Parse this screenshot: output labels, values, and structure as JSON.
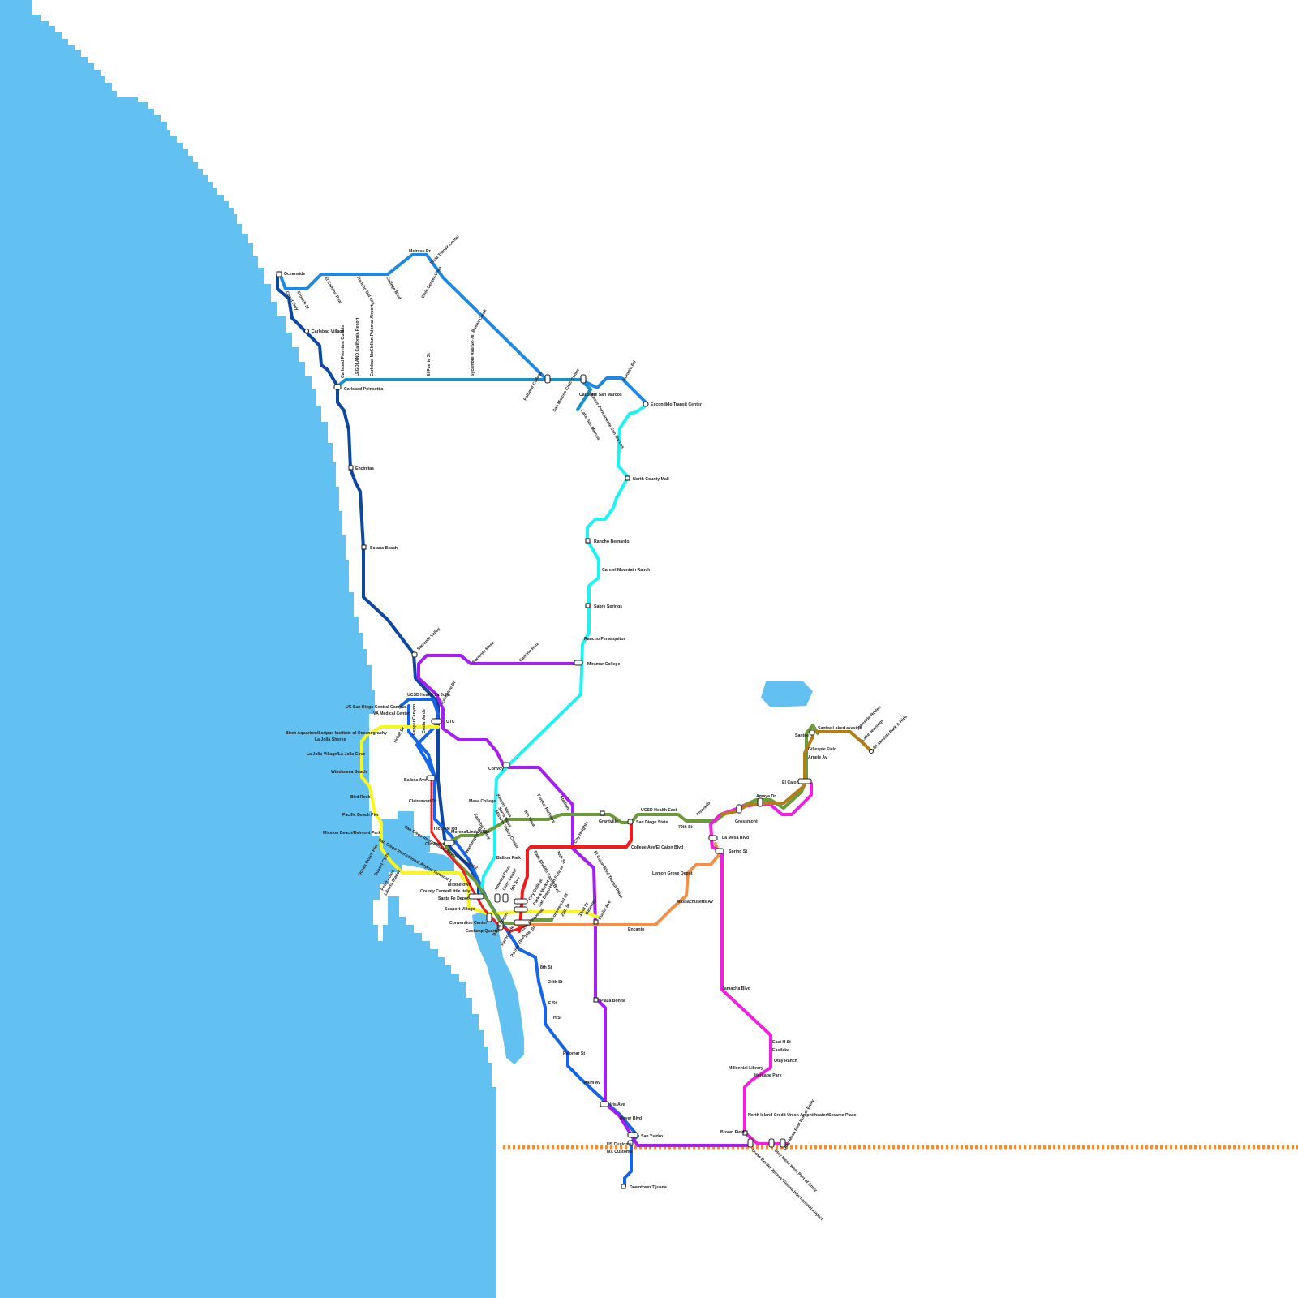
{
  "map": {
    "colors": {
      "ocean": "#63c1f2",
      "border": "#f28c3c",
      "coaster": "#0d47a1",
      "sprinter": "#1e88e5",
      "sprinter_b": "#1a90c8",
      "blue": "#1565e8",
      "cyan": "#1ff2f2",
      "purple": "#a61ff2",
      "yellow": "#f7f71f",
      "green": "#6b9a3b",
      "red": "#f21a1a",
      "orange": "#f2904a",
      "magenta": "#f21fe0",
      "gold": "#b07f1a"
    },
    "lines": [
      {
        "id": "coaster",
        "color": "coaster",
        "stations": [
          "Oceanside",
          "Coast Hwy",
          "Carlsbad Village",
          "Carlsbad Poinsettia",
          "Encinitas",
          "Solana Beach",
          "Sorrento Valley",
          "Old Town",
          "Santa Fe Depot"
        ]
      },
      {
        "id": "sprinter",
        "color": "sprinter",
        "stations": [
          "Oceanside",
          "Coast Hwy",
          "Crouch St",
          "El Camino Real",
          "Rancho Del Oro",
          "College Blvd",
          "Melrose Dr",
          "Vista Transit Center",
          "Civic Center-Vista",
          "Buena Creek",
          "Palomar College",
          "San Marcos Civic Center",
          "Cal State San Marcos",
          "Nordahl Rd",
          "Escondido Transit Center"
        ]
      },
      {
        "id": "yellow",
        "color": "yellow",
        "stations": [
          "Birch Aquarium/Scripps Institute of Oceanography",
          "La Jolla Shores",
          "La Jolla Village/La Jolla Cove",
          "Windansea Beach",
          "Bird Rock",
          "Pacific Beach Pier",
          "Mission Beach/Belmont Park",
          "Ocean Beach Pier",
          "Sunset Cliffs",
          "Point Loma",
          "Liberty Station"
        ]
      },
      {
        "id": "magenta",
        "color": "magenta",
        "stations": [
          "La Mesa Blvd",
          "Spring St",
          "Jamacha Blvd",
          "East H St",
          "Eastlake",
          "Otay Ranch",
          "Millennial Library",
          "Heritage Park",
          "North Island Credit Union Amphitheater/Sesame Place",
          "Brown Field"
        ]
      },
      {
        "id": "gold",
        "color": "gold",
        "stations": [
          "El Cajon",
          "Arnele Av",
          "Gillespie Field",
          "Santee",
          "Santee Lakes",
          "Lakeside",
          "Lakeside Rodeo",
          "Lake Jennings",
          "I-8/Lakeside Park & Ride"
        ]
      }
    ],
    "labels": {
      "oceanside": "Oceanside",
      "coast_hwy": "Coast Hwy",
      "crouch": "Crouch St",
      "el_camino_real": "El Camino Real",
      "rancho_del_oro": "Rancho Del Oro",
      "college_blvd": "College Blvd",
      "melrose": "Melrose Dr",
      "vista_tc": "Vista Transit Center",
      "civic_vista": "Civic Center-Vista",
      "buena_creek": "Buena Creek",
      "carlsbad_village": "Carlsbad Village",
      "premium_outlets": "Carlsbad Premium Outlets",
      "legoland": "LEGOLAND California Resort",
      "palomar_airport": "Carlsbad McClellan-Palomar Airport",
      "el_fuerte": "El Fuerte St",
      "sycamore": "Sycamore Ave/SR-78",
      "carlsbad_poinsettia": "Carlsbad Poinsettia",
      "palomar_college": "Palomar College",
      "sm_civic": "San Marcos Civic Center",
      "csusm": "Cal State San Marcos",
      "lake_sm": "Lake San Marcos",
      "kaiser_sm": "Kaiser Permanente San Marcos",
      "nordahl": "Nordahl Rd",
      "escondido_tc": "Escondido Transit Center",
      "north_county_mall": "North County Mall",
      "encinitas": "Encinitas",
      "rancho_bernardo": "Rancho Bernardo",
      "carmel_mountain": "Carmel Mountain Ranch",
      "sabre_springs": "Sabre Springs",
      "solana_beach": "Solana Beach",
      "rancho_penasquitos": "Rancho Penasquitos",
      "sorrento_valley": "Sorrento Valley",
      "sorrento_mesa": "Sorrento Mesa",
      "camino_ruiz": "Camino Ruiz",
      "miramar_college": "Miramar College",
      "ucsd_health_lj": "UCSD Health La Jolla",
      "uc_central": "UC San Diego Central Campus",
      "va_medical": "VA Medical Center",
      "executive": "Executive Dr",
      "pepper_canyon": "Pepper Canyon",
      "costa_verde": "Costa Verde",
      "nobel": "Nobel Dr",
      "utc": "UTC",
      "birch": "Birch Aquarium/Scripps Institute of Oceanography",
      "lj_shores": "La Jolla Shores",
      "lj_village": "La Jolla Village/La Jolla Cove",
      "windansea": "Windansea Beach",
      "bird_rock": "Bird Rock",
      "pb_pier": "Pacific Beach Pier",
      "mission_beach": "Mission Beach/Belmont Park",
      "convoy": "Convoy",
      "balboa_ave": "Balboa Ave",
      "clairemont": "Clairemont Dr",
      "mesa_college": "Mesa College",
      "kearny": "Kearny Mesa",
      "serra_mesa": "Serra Mesa",
      "stadium": "Stadium",
      "fenton": "Fenton Parkway",
      "mission_valley_center": "Mission Valley Center",
      "rio_vista": "Rio Vista",
      "fashion_valley": "Fashion Valley",
      "grantville": "Grantville",
      "sdsu": "San Diego State",
      "ucsd_east": "UCSD Health East",
      "seventieth": "70th St",
      "alvarado": "Alvarado",
      "grossmont": "Grossmont",
      "amaya": "Amaya Dr",
      "el_cajon": "El Cajon",
      "arnele": "Arnele Av",
      "gillespie": "Gillespie Field",
      "santee": "Santee",
      "santee_lakes": "Santee Lakes",
      "lakeside": "Lakeside",
      "lakeside_rodeo": "Lakeside Rodeo",
      "lake_jennings": "Lake Jennings",
      "i8_lakeside": "I-8/Lakeside Park & Ride",
      "morena": "Morena/Linda Vista",
      "tecolote": "Tecolote Rd",
      "old_town": "Old Town",
      "washington": "Washington St",
      "airport_t2": "San Diego International Airport Terminal 2",
      "airport_t1": "San Diego International Airport Terminal 1",
      "balboa_park": "Balboa Park",
      "city_heights": "City Heights",
      "park_blvd": "Park Blvd/El Cajon Blvd",
      "thirtieth": "30th St",
      "ec_transit_plaza": "El Cajon Blvd Transit Plaza",
      "college_ec": "College Ave/El Cajon Blvd",
      "la_mesa": "La Mesa Blvd",
      "spring_st": "Spring St",
      "lemon_grove": "Lemon Grove Depot",
      "massachusetts": "Massachusetts Av",
      "encanto": "Encanto",
      "ocean_beach": "Ocean Beach Pier",
      "sunset_cliffs": "Sunset Cliffs",
      "point_loma": "Point Loma",
      "liberty_station": "Liberty Station",
      "middletown": "Middletown",
      "county_center": "County Center/Little Italy",
      "santa_fe": "Santa Fe Depot",
      "america_plaza": "America Plaza",
      "civic_center": "Civic Center",
      "fifth_ave": "5th Ave",
      "seaport_village": "Seaport Village",
      "convention_center": "Convention Center",
      "gaslamp": "Gaslamp Quarter",
      "city_college": "City College",
      "park_market": "Park & Market",
      "sd_high": "San Diego High School",
      "twelfth_imperial": "12th & Imperial",
      "barrio_logan": "Barrio Logan",
      "harborside": "Harborside",
      "pacific_fleet": "Pacific Fleet",
      "sixteenth": "16th St",
      "commercial": "Commercial St",
      "twentyfifth": "25th St",
      "thirtysecond": "32nd St",
      "gateway": "Gateway",
      "euclid": "Euclid Ave",
      "plaza_bonita": "Plaza Bonita",
      "eighth": "8th St",
      "twentyfourth": "24th St",
      "e_st": "E St",
      "h_st": "H St",
      "palomar_st": "Palomar St",
      "palm_av": "Palm Av",
      "iris": "Iris Ave",
      "beyer": "Beyer Blvd",
      "san_ysidro": "San Ysidro",
      "us_customs": "US Customs",
      "mx_customs": "MX Customs",
      "downtown_tijuana": "Downtown Tijuana",
      "jamacha": "Jamacha Blvd",
      "east_h": "East H St",
      "eastlake": "Eastlake",
      "otay_ranch": "Otay Ranch",
      "millennial": "Millennial Library",
      "heritage": "Heritage Park",
      "amphitheater": "North Island Credit Union Amphitheater/Sesame Place",
      "brown_field": "Brown Field",
      "cross_border": "Cross Border Xpress/Tijuana International Airport",
      "otay_mesa": "Otay Mesa West Port of Entry",
      "otay_mesa_east": "Otay Mesa East Port of Entry"
    }
  }
}
